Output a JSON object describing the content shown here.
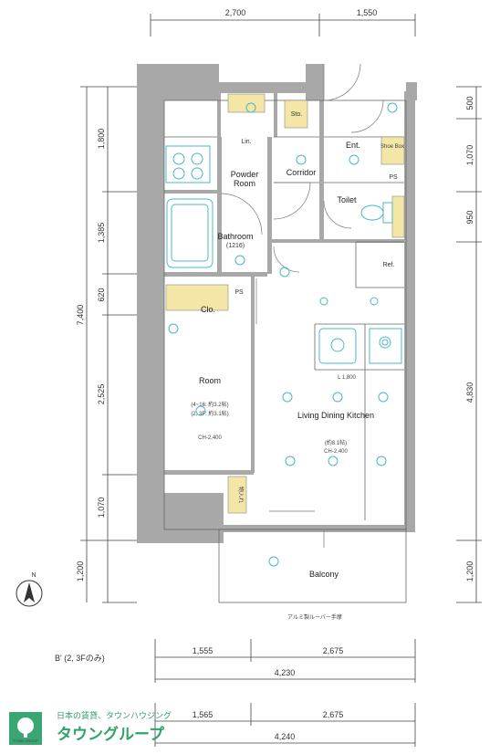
{
  "colors": {
    "wall": "#a8a8a8",
    "cabinet": "#f3e6a6",
    "fixture": "#4ab8c4",
    "logo": "#2fa36b",
    "logo_box": "#3aa673"
  },
  "dimensions": {
    "top_left": "2,700",
    "top_right": "1,550",
    "left_total": "7,400",
    "left_1": "1,800",
    "left_2": "1,385",
    "left_3": "620",
    "left_4": "2,525",
    "left_5": "1,070",
    "left_6": "1,200",
    "right_1": "500",
    "right_2": "1,070",
    "right_3": "950",
    "right_4": "4,830",
    "right_5": "1,200",
    "bottom_a_left": "1,555",
    "bottom_a_right": "2,675",
    "bottom_a_total": "4,230",
    "bottom_b_left": "1,565",
    "bottom_b_right": "2,675",
    "bottom_b_total": "4,240"
  },
  "rooms": {
    "sto": "Sto.",
    "lin": "Lin.",
    "powder_room_1": "Powder",
    "powder_room_2": "Room",
    "corridor": "Corridor",
    "ent": "Ent.",
    "shoe_box": "Shoe Box",
    "ps_1": "PS",
    "toilet": "Toilet",
    "bathroom": "Bathroom",
    "bathroom_size": "(1216)",
    "ps_2": "PS",
    "clo": "Clo.",
    "room": "Room",
    "room_size_1": "(4~16: 約3.2帖)",
    "room_size_2": "(2, 3F: 約3.1帖)",
    "room_ch": "CH-2,400",
    "ldk": "Living Dining Kitchen",
    "ldk_size": "(約8.1帖)",
    "ldk_ch": "CH-2,400",
    "balcony": "Balcony",
    "ref": "Ref.",
    "kitchen_l": "L 1,800",
    "pipe_space": "物入れ",
    "aircon_note": "アルミ製ルーバー手摩"
  },
  "labels": {
    "north": "N",
    "b_type": "B' (2, 3Fのみ)",
    "logo_line1": "日本の賃貸、タウンハウジング",
    "logo_line2": "タウングループ",
    "logo_sub": "TOWN GROUP"
  }
}
